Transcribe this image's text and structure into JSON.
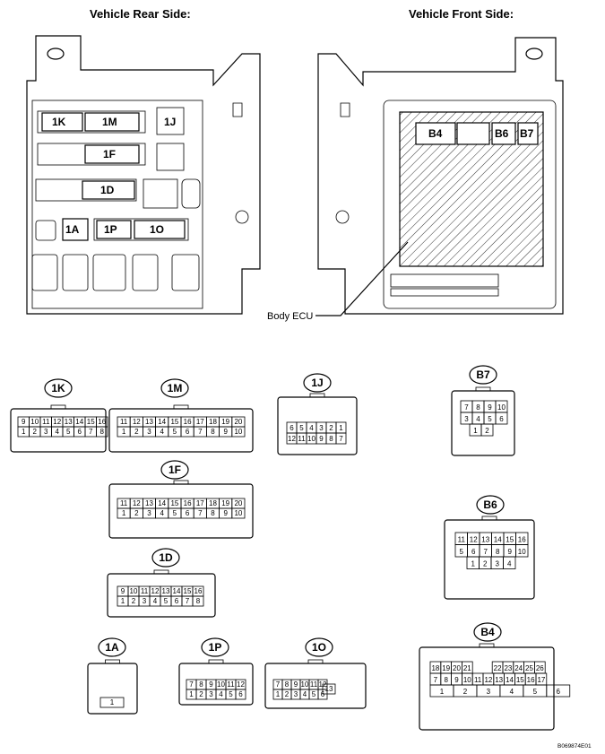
{
  "headers": {
    "rear": "Vehicle Rear Side:",
    "front": "Vehicle Front Side:"
  },
  "callout": "Body ECU",
  "doc_code": "B069874E01",
  "board_labels": {
    "k1": "1K",
    "m1": "1M",
    "j1": "1J",
    "f1": "1F",
    "d1": "1D",
    "a1": "1A",
    "p1": "1P",
    "o1": "1O",
    "b4": "B4",
    "b6": "B6",
    "b7": "B7"
  },
  "connectors": [
    {
      "id": "1K",
      "rows": [
        [
          "9",
          "10",
          "11",
          "12",
          "13",
          "14",
          "15",
          "16"
        ],
        [
          "1",
          "2",
          "3",
          "4",
          "5",
          "6",
          "7",
          "8"
        ]
      ]
    },
    {
      "id": "1M",
      "rows": [
        [
          "11",
          "12",
          "13",
          "14",
          "15",
          "16",
          "17",
          "18",
          "19",
          "20"
        ],
        [
          "1",
          "2",
          "3",
          "4",
          "5",
          "6",
          "7",
          "8",
          "9",
          "10"
        ]
      ]
    },
    {
      "id": "1J",
      "rows": [
        [
          "6",
          "5",
          "4",
          "3",
          "2",
          "1"
        ],
        [
          "12",
          "11",
          "10",
          "9",
          "8",
          "7"
        ]
      ]
    },
    {
      "id": "B7",
      "rows": [
        [
          "7",
          "8",
          "9",
          "10"
        ],
        [
          "3",
          "4",
          "5",
          "6"
        ],
        [
          "1",
          "2"
        ]
      ]
    },
    {
      "id": "1F",
      "rows": [
        [
          "11",
          "12",
          "13",
          "14",
          "15",
          "16",
          "17",
          "18",
          "19",
          "20"
        ],
        [
          "1",
          "2",
          "3",
          "4",
          "5",
          "6",
          "7",
          "8",
          "9",
          "10"
        ]
      ]
    },
    {
      "id": "B6",
      "rows": [
        [
          "11",
          "12",
          "13",
          "14",
          "15",
          "16"
        ],
        [
          "5",
          "6",
          "7",
          "8",
          "9",
          "10"
        ],
        [
          "1",
          "2",
          "3",
          "4"
        ]
      ]
    },
    {
      "id": "1D",
      "rows": [
        [
          "9",
          "10",
          "11",
          "12",
          "13",
          "14",
          "15",
          "16"
        ],
        [
          "1",
          "2",
          "3",
          "4",
          "5",
          "6",
          "7",
          "8"
        ]
      ]
    },
    {
      "id": "1A",
      "rows": [
        [
          "1"
        ]
      ]
    },
    {
      "id": "1P",
      "rows": [
        [
          "7",
          "8",
          "9",
          "10",
          "11",
          "12"
        ],
        [
          "1",
          "2",
          "3",
          "4",
          "5",
          "6"
        ]
      ]
    },
    {
      "id": "1O",
      "rows": [
        [
          "7",
          "8",
          "9",
          "10",
          "11",
          "12"
        ],
        [
          "1",
          "2",
          "3",
          "4",
          "5",
          "6"
        ],
        [
          "13"
        ]
      ]
    },
    {
      "id": "B4",
      "rows": [
        [
          "18",
          "19",
          "20",
          "21",
          "22",
          "23",
          "24",
          "25",
          "26"
        ],
        [
          "7",
          "8",
          "9",
          "10",
          "11",
          "12",
          "13",
          "14",
          "15",
          "16",
          "17"
        ],
        [
          "1",
          "2",
          "3",
          "4",
          "5",
          "6"
        ]
      ]
    }
  ]
}
